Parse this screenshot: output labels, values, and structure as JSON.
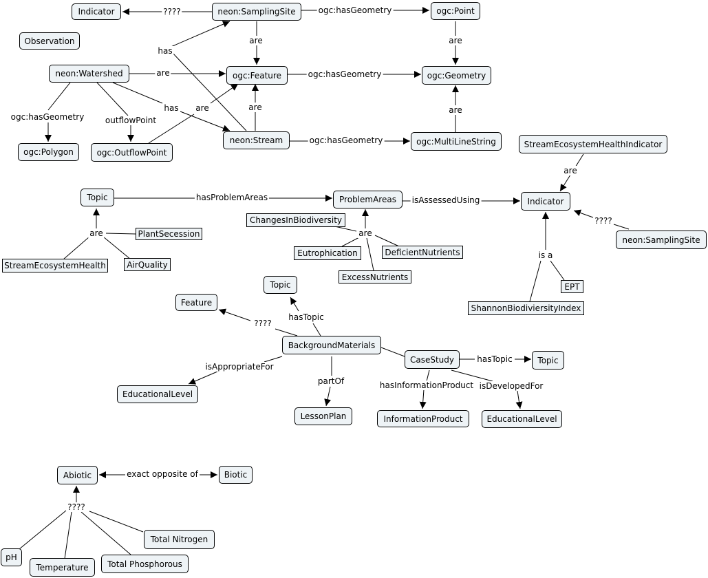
{
  "nodes": [
    {
      "id": "indicator_top",
      "label": "Indicator"
    },
    {
      "id": "sampling_site_top",
      "label": "neon:SamplingSite"
    },
    {
      "id": "ogc_point",
      "label": "ogc:Point"
    },
    {
      "id": "observation",
      "label": "Observation"
    },
    {
      "id": "neon_watershed",
      "label": "neon:Watershed"
    },
    {
      "id": "ogc_feature",
      "label": "ogc:Feature"
    },
    {
      "id": "ogc_geometry",
      "label": "ogc:Geometry"
    },
    {
      "id": "ogc_polygon",
      "label": "ogc:Polygon"
    },
    {
      "id": "ogc_outflow_point",
      "label": "ogc:OutflowPoint"
    },
    {
      "id": "neon_stream",
      "label": "neon:Stream"
    },
    {
      "id": "ogc_multilinestring",
      "label": "ogc:MultiLineString"
    },
    {
      "id": "stream_eco_health_indicator",
      "label": "StreamEcosystemHealthIndicator"
    },
    {
      "id": "topic_a",
      "label": "Topic"
    },
    {
      "id": "problem_areas",
      "label": "ProblemAreas"
    },
    {
      "id": "indicator_mid",
      "label": "Indicator"
    },
    {
      "id": "changes_in_biodiversity",
      "label": "ChangesInBiodiversity"
    },
    {
      "id": "plant_secession",
      "label": "PlantSecession"
    },
    {
      "id": "stream_eco_health",
      "label": "StreamEcosystemHealth"
    },
    {
      "id": "air_quality",
      "label": "AirQuality"
    },
    {
      "id": "eutrophication",
      "label": "Eutrophication"
    },
    {
      "id": "deficient_nutrients",
      "label": "DeficientNutrients"
    },
    {
      "id": "excess_nutrients",
      "label": "ExcessNutrients"
    },
    {
      "id": "sampling_site_mid",
      "label": "neon:SamplingSite"
    },
    {
      "id": "ept",
      "label": "EPT"
    },
    {
      "id": "shannon",
      "label": "ShannonBiodiviersityIndex"
    },
    {
      "id": "topic_b",
      "label": "Topic"
    },
    {
      "id": "feature",
      "label": "Feature"
    },
    {
      "id": "background_materials",
      "label": "BackgroundMaterials"
    },
    {
      "id": "case_study",
      "label": "CaseStudy"
    },
    {
      "id": "topic_c",
      "label": "Topic"
    },
    {
      "id": "educational_level_a",
      "label": "EducationalLevel"
    },
    {
      "id": "lesson_plan",
      "label": "LessonPlan"
    },
    {
      "id": "information_product",
      "label": "InformationProduct"
    },
    {
      "id": "educational_level_b",
      "label": "EducationalLevel"
    },
    {
      "id": "abiotic",
      "label": "Abiotic"
    },
    {
      "id": "biotic",
      "label": "Biotic"
    },
    {
      "id": "total_nitrogen",
      "label": "Total Nitrogen"
    },
    {
      "id": "ph",
      "label": "pH"
    },
    {
      "id": "temperature",
      "label": "Temperature"
    },
    {
      "id": "total_phosphorous",
      "label": "Total Phosphorous"
    }
  ],
  "edge_labels": [
    {
      "id": "l1",
      "text": "????"
    },
    {
      "id": "l2",
      "text": "ogc:hasGeometry"
    },
    {
      "id": "l3",
      "text": "are"
    },
    {
      "id": "l4",
      "text": "are"
    },
    {
      "id": "l5",
      "text": "has"
    },
    {
      "id": "l6",
      "text": "are"
    },
    {
      "id": "l7",
      "text": "ogc:hasGeometry"
    },
    {
      "id": "l8",
      "text": "ogc:hasGeometry"
    },
    {
      "id": "l9",
      "text": "outflowPoint"
    },
    {
      "id": "l10",
      "text": "has"
    },
    {
      "id": "l11",
      "text": "are"
    },
    {
      "id": "l12",
      "text": "are"
    },
    {
      "id": "l13",
      "text": "ogc:hasGeometry"
    },
    {
      "id": "l14",
      "text": "are"
    },
    {
      "id": "l15",
      "text": "are"
    },
    {
      "id": "l16",
      "text": "hasProblemAreas"
    },
    {
      "id": "l17",
      "text": "isAssessedUsing"
    },
    {
      "id": "l18",
      "text": "are"
    },
    {
      "id": "l19",
      "text": "are"
    },
    {
      "id": "l20",
      "text": "????"
    },
    {
      "id": "l21",
      "text": "is a"
    },
    {
      "id": "l22",
      "text": "????"
    },
    {
      "id": "l23",
      "text": "hasTopic"
    },
    {
      "id": "l24",
      "text": "isAppropriateFor"
    },
    {
      "id": "l25",
      "text": "partOf"
    },
    {
      "id": "l26",
      "text": "hasTopic"
    },
    {
      "id": "l27",
      "text": "hasInformationProduct"
    },
    {
      "id": "l28",
      "text": "isDevelopedFor"
    },
    {
      "id": "l29",
      "text": "exact opposite of"
    },
    {
      "id": "l30",
      "text": "????"
    }
  ]
}
